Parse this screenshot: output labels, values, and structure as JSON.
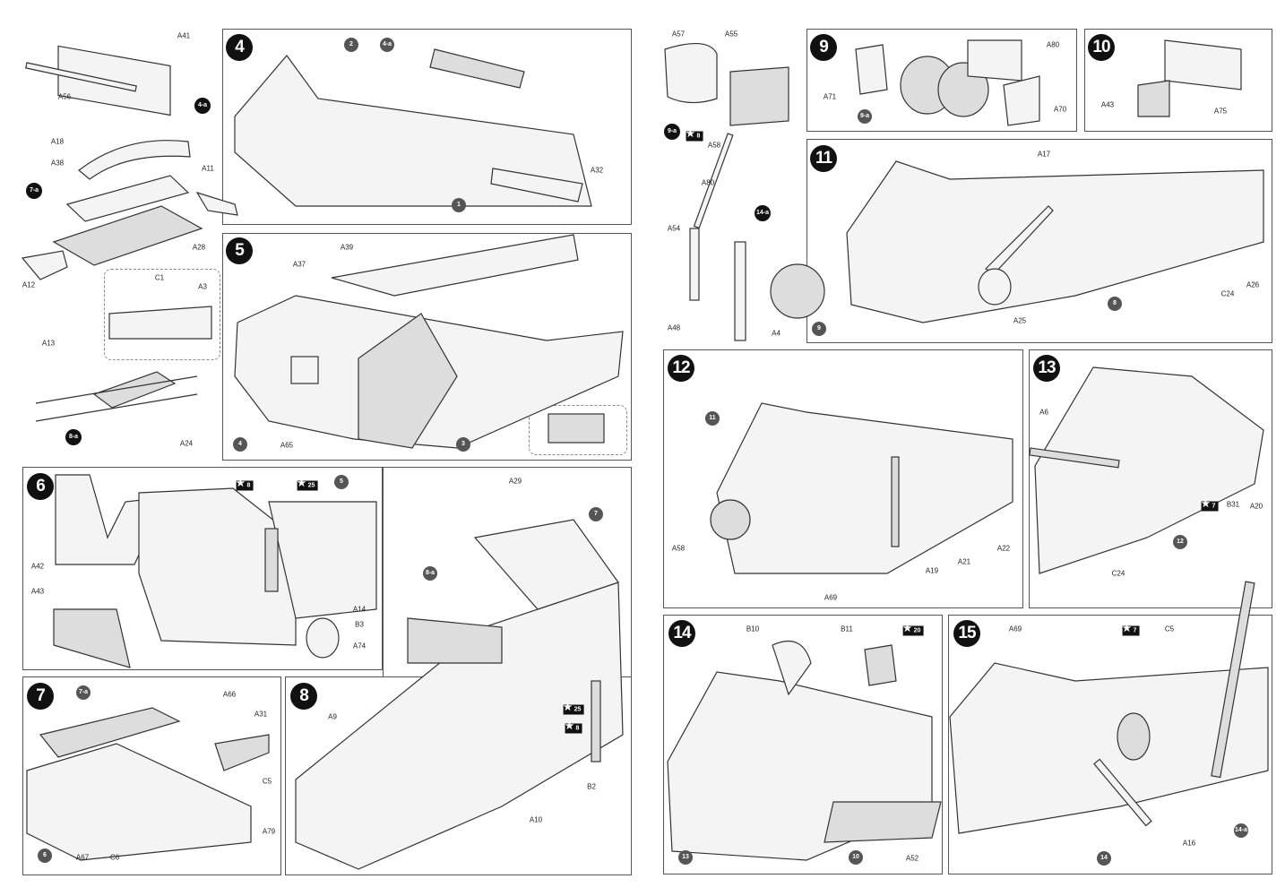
{
  "loose_left": {
    "labels": [
      "A41",
      "A56",
      "A18",
      "A38",
      "A11",
      "A28",
      "A12",
      "C1",
      "A3",
      "A13",
      "A24"
    ],
    "badges": [
      "4-a",
      "7-a",
      "8-a"
    ]
  },
  "step4": {
    "step": "4",
    "refs": [
      "2",
      "4-a",
      "1"
    ],
    "labels": [
      "A32"
    ]
  },
  "step5": {
    "step": "5",
    "labels": [
      "A39",
      "A37",
      "A65"
    ],
    "refs": [
      "4",
      "3"
    ]
  },
  "step6": {
    "step": "6",
    "labels": [
      "A42",
      "A43",
      "A14",
      "B3",
      "A74"
    ],
    "stars": [
      "8",
      "25"
    ],
    "refs": [
      "5"
    ]
  },
  "step7": {
    "step": "7",
    "labels": [
      "A66",
      "A31",
      "C5",
      "A79",
      "A67",
      "C6"
    ],
    "refs": [
      "7-a",
      "6"
    ]
  },
  "step8": {
    "step": "8",
    "labels": [
      "A29",
      "B2",
      "A9",
      "A10"
    ],
    "refs": [
      "7",
      "8-a"
    ],
    "stars": [
      "25",
      "8"
    ]
  },
  "loose_right": {
    "labels": [
      "A57",
      "A55",
      "A58",
      "A80",
      "A54",
      "A48",
      "A4"
    ],
    "badges": [
      "9-a",
      "14-a"
    ],
    "stars": [
      "8"
    ]
  },
  "step9": {
    "step": "9",
    "labels": [
      "A80",
      "A71",
      "A70"
    ],
    "refs": [
      "9-a"
    ]
  },
  "step10": {
    "step": "10",
    "labels": [
      "A43",
      "A75"
    ]
  },
  "step11": {
    "step": "11",
    "labels": [
      "A17",
      "C24",
      "A26",
      "A25"
    ],
    "refs": [
      "8",
      "9"
    ]
  },
  "step12": {
    "step": "12",
    "labels": [
      "A58",
      "A69",
      "A19",
      "A21",
      "A22"
    ],
    "refs": [
      "11"
    ]
  },
  "step13": {
    "step": "13",
    "labels": [
      "A6",
      "B31",
      "A20",
      "C24"
    ],
    "stars": [
      "7"
    ],
    "refs": [
      "12"
    ]
  },
  "step14": {
    "step": "14",
    "labels": [
      "B10",
      "B11",
      "A52"
    ],
    "stars": [
      "20"
    ],
    "refs": [
      "13",
      "10"
    ]
  },
  "step15": {
    "step": "15",
    "labels": [
      "A69",
      "C5",
      "A16"
    ],
    "stars": [
      "7"
    ],
    "refs": [
      "14",
      "14-a"
    ]
  }
}
